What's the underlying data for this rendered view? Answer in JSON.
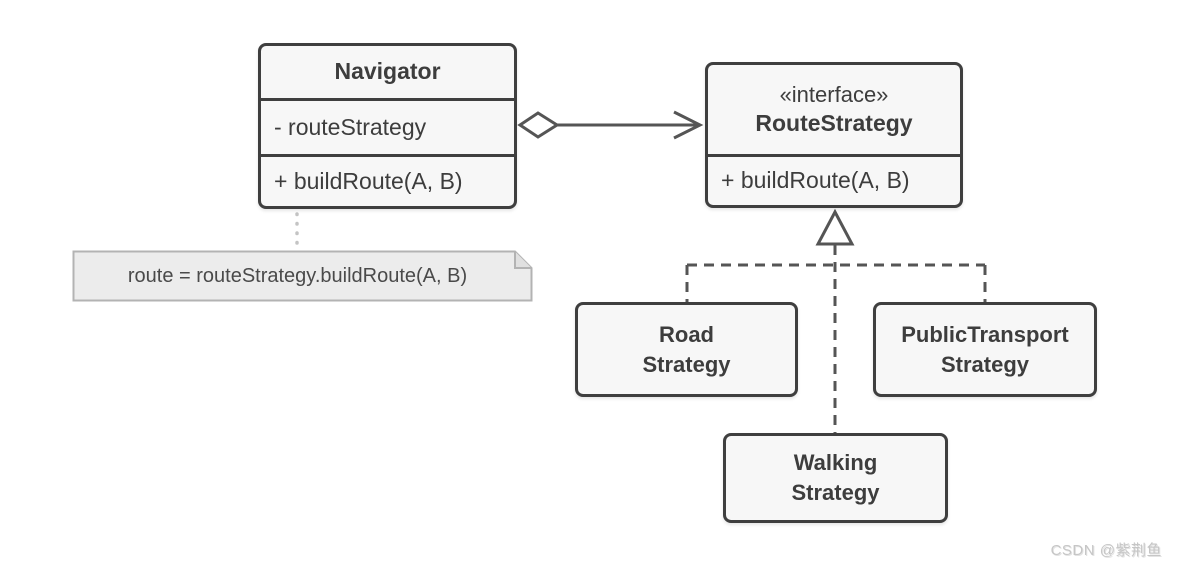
{
  "diagram": {
    "classes": {
      "navigator": {
        "title": "Navigator",
        "field": "- routeStrategy",
        "method": "+ buildRoute(A, B)"
      },
      "route_strategy": {
        "stereotype": "«interface»",
        "title": "RouteStrategy",
        "method": "+ buildRoute(A, B)"
      },
      "road_strategy": {
        "title_line1": "Road",
        "title_line2": "Strategy"
      },
      "public_transport_strategy": {
        "title_line1": "PublicTransport",
        "title_line2": "Strategy"
      },
      "walking_strategy": {
        "title_line1": "Walking",
        "title_line2": "Strategy"
      }
    },
    "note": {
      "text": "route = routeStrategy.buildRoute(A, B)"
    },
    "watermark": {
      "text": "CSDN @紫荆鱼"
    },
    "colors": {
      "box_border": "#3f3f3f",
      "box_fill": "#f7f7f7",
      "connector": "#555555",
      "note_fill": "#ececec",
      "note_border": "#b3b3b3",
      "note_connector": "#c4c4c4",
      "text": "#3d3d3d",
      "watermark": "#c6c6c6"
    }
  }
}
